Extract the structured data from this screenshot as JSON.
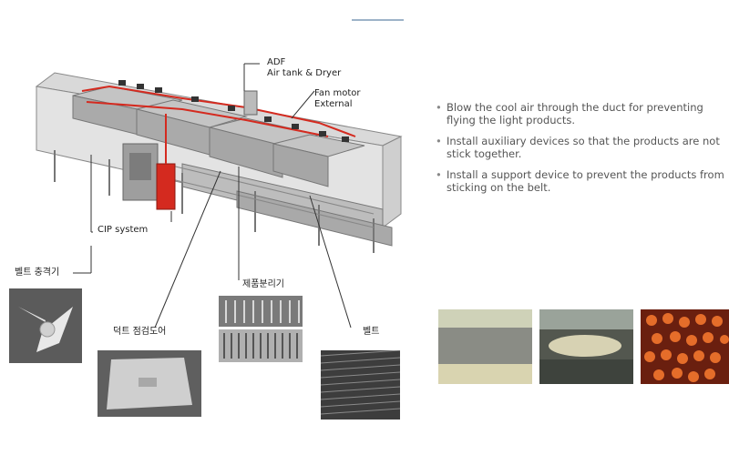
{
  "labels": {
    "adf": "ADF",
    "air_tank": "Air tank & Dryer",
    "fan_motor": "Fan motor",
    "external": "External",
    "cip": "CIP system",
    "belt_impact": "벨트 충격기",
    "product_separator": "제품분리기",
    "duct_door": "덕트 점검도어",
    "belt": "벨트"
  },
  "bullets": [
    "Blow the cool air through the duct for preventing flying the light products.",
    "Install auxiliary devices so that the products are not stick together.",
    "Install a support device to prevent the products from sticking on the belt."
  ],
  "bullet_glyph": "•",
  "colors": {
    "accent_red": "#d42a1f",
    "machine_gray": "#b8b8b8",
    "top_rule": "#9db3c8"
  }
}
